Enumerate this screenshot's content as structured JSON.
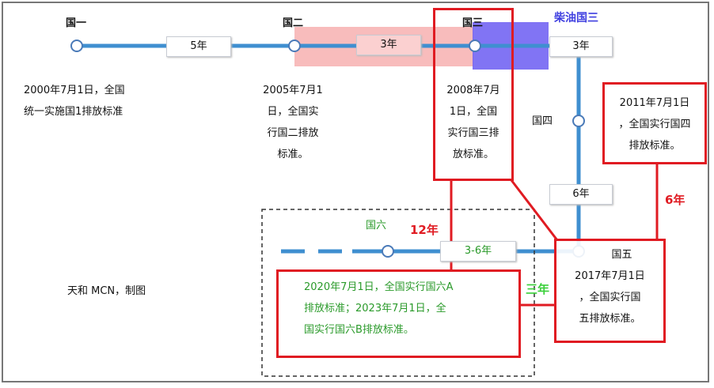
{
  "nodes": {
    "guo1": {
      "label": "国一",
      "desc_lines": [
        "2000年7月1日，全国",
        "统一实施国1排放标准"
      ]
    },
    "guo2": {
      "label": "国二",
      "desc_lines": [
        "2005年7月1",
        "日，全国实",
        "行国二排放",
        "标准。"
      ]
    },
    "guo3": {
      "label": "国三",
      "desc_lines": [
        "2008年7月",
        "1日，全国",
        "实行国三排",
        "放标准。"
      ]
    },
    "diesel_guo3": {
      "label": "柴油国三"
    },
    "guo4": {
      "label": "国四",
      "desc_lines": [
        "2011年7月1日",
        "，全国实行国四",
        "排放标准。"
      ]
    },
    "guo5": {
      "label": "国五",
      "desc_lines": [
        "2017年7月1日",
        "，全国实行国",
        "五排放标准。"
      ]
    },
    "guo6": {
      "label": "国六",
      "desc_lines": [
        "2020年7月1日，全国实行国六A",
        "排放标准；2023年7月1日，全",
        "国实行国六B排放标准。"
      ]
    }
  },
  "intervals": {
    "g1_g2": "5年",
    "g2_g3": "3年",
    "diesel_g3_g4": "3年",
    "g4_g5": "6年",
    "g5_g6": "3-6年"
  },
  "annotations": {
    "twelve_years": "12年",
    "six_years": "6年",
    "three_years": "三年"
  },
  "credit": "天和 MCN，制图",
  "colors": {
    "line": "#3f8fd0",
    "red": "#e01b22",
    "green": "#2a9a2a",
    "blue_label": "#4040e0",
    "pink": "#f7b9b9",
    "purple": "#6a5cf0"
  }
}
